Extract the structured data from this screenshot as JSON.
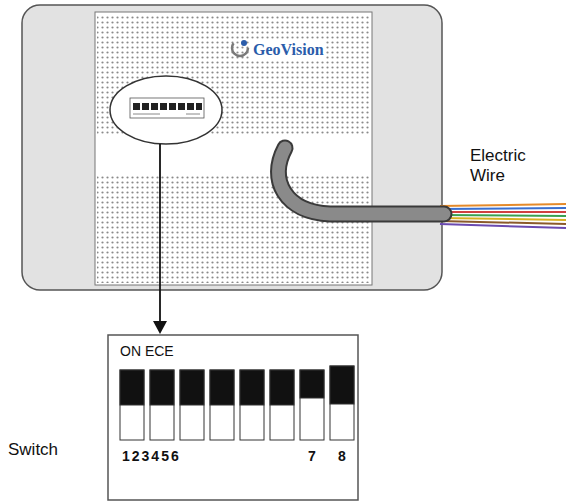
{
  "diagram": {
    "nodes": [
      {
        "text": [
          "GeoVision"
        ]
      },
      {
        "text": [
          "ON ECE",
          "123456",
          "7",
          "8"
        ]
      }
    ],
    "labels": [
      "Electric Wire",
      "Switch"
    ]
  }
}
